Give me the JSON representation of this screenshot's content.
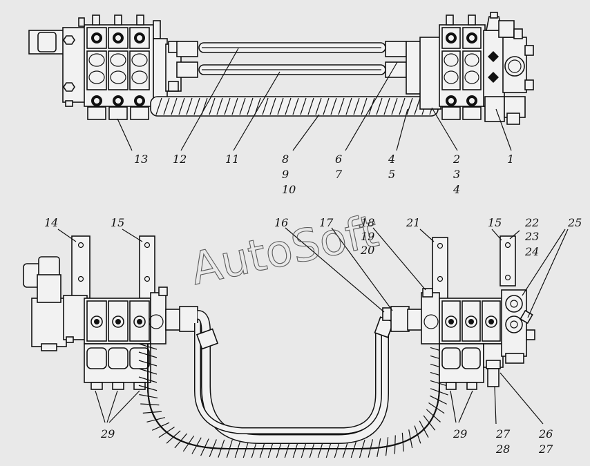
{
  "watermark": "AutoSoft",
  "top_view": {
    "callouts": [
      "13",
      "12",
      "11",
      "8",
      "9",
      "10",
      "6",
      "7",
      "4",
      "5",
      "2",
      "3",
      "4",
      "1"
    ]
  },
  "bottom_view": {
    "callouts": [
      "14",
      "15",
      "16",
      "17",
      "18",
      "19",
      "20",
      "21",
      "15",
      "22",
      "23",
      "24",
      "25",
      "29",
      "29",
      "27",
      "28",
      "26",
      "27"
    ]
  }
}
